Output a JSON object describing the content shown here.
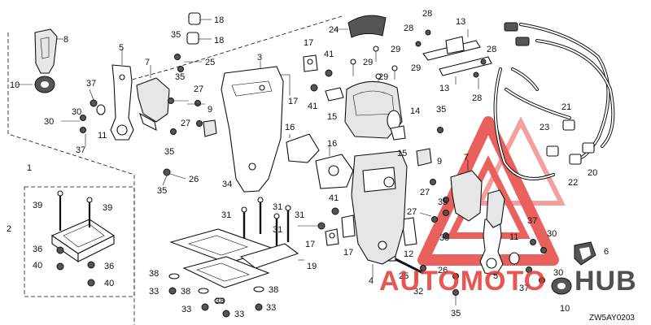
{
  "diagram": {
    "code": "ZW5AY0203",
    "labels": [
      "1",
      "2",
      "3",
      "4",
      "5",
      "6",
      "7",
      "8",
      "9",
      "10",
      "11",
      "12",
      "13",
      "14",
      "15",
      "16",
      "17",
      "18",
      "19",
      "20",
      "21",
      "22",
      "23",
      "24",
      "25",
      "26",
      "27",
      "28",
      "29",
      "30",
      "31",
      "32",
      "33",
      "34",
      "35",
      "36",
      "37",
      "38",
      "39",
      "40",
      "41"
    ]
  },
  "watermark": {
    "text_a": "AUTOMOTO",
    "text_b": "HUB",
    "color": "#e53935"
  }
}
